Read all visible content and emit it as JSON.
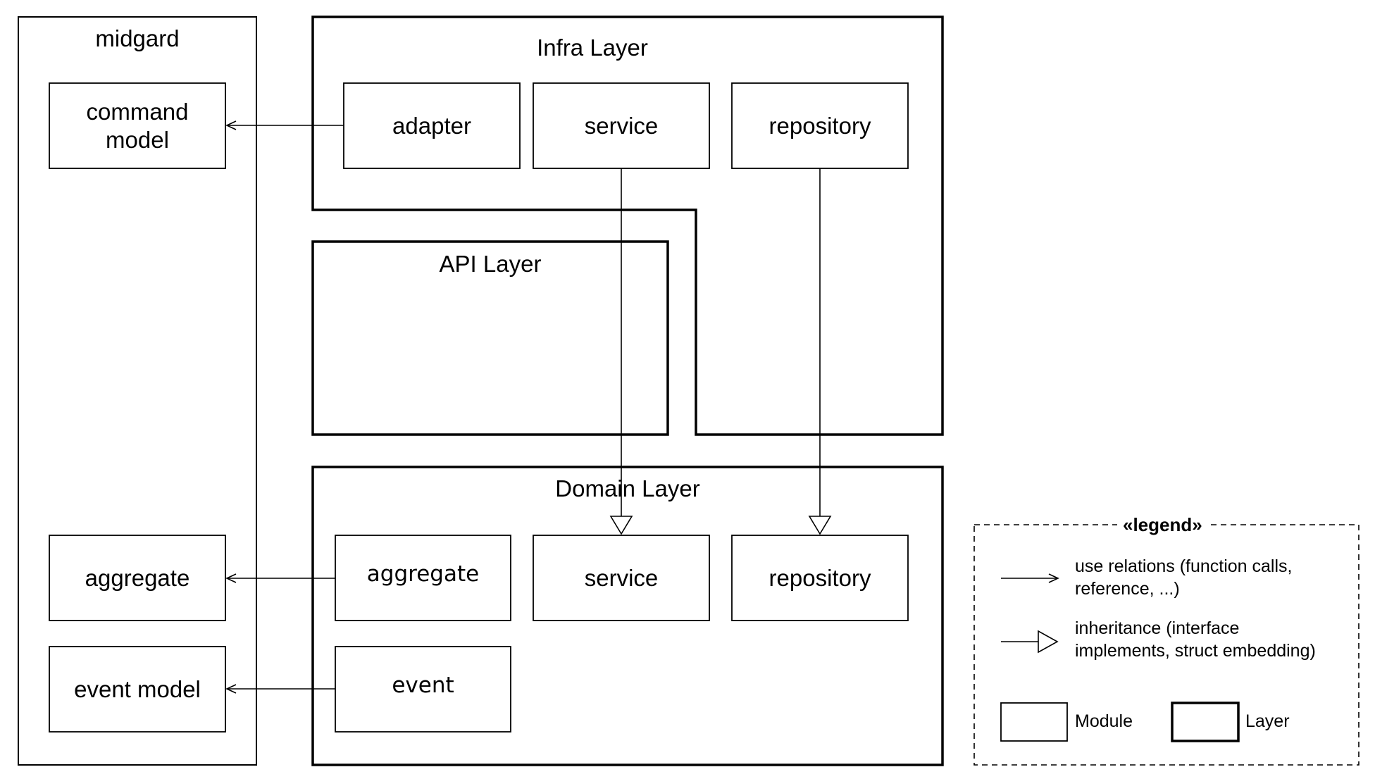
{
  "midgard": {
    "title": "midgard",
    "modules": {
      "command_model": "command\nmodel",
      "aggregate": "aggregate",
      "event_model": "event model"
    }
  },
  "infra": {
    "title": "Infra Layer",
    "modules": {
      "adapter": "adapter",
      "service": "service",
      "repository": "repository"
    }
  },
  "api": {
    "title": "API Layer"
  },
  "domain": {
    "title": "Domain Layer",
    "modules": {
      "aggregate": "aggregate",
      "service": "service",
      "repository": "repository",
      "event": "event"
    }
  },
  "legend": {
    "title": "«legend»",
    "use_relations": "use relations (function calls,\nreference, ...)",
    "inheritance": "inheritance (interface\nimplements, struct embedding)",
    "module": "Module",
    "layer": "Layer"
  },
  "colors": {
    "stroke": "#000000",
    "background": "#ffffff"
  }
}
